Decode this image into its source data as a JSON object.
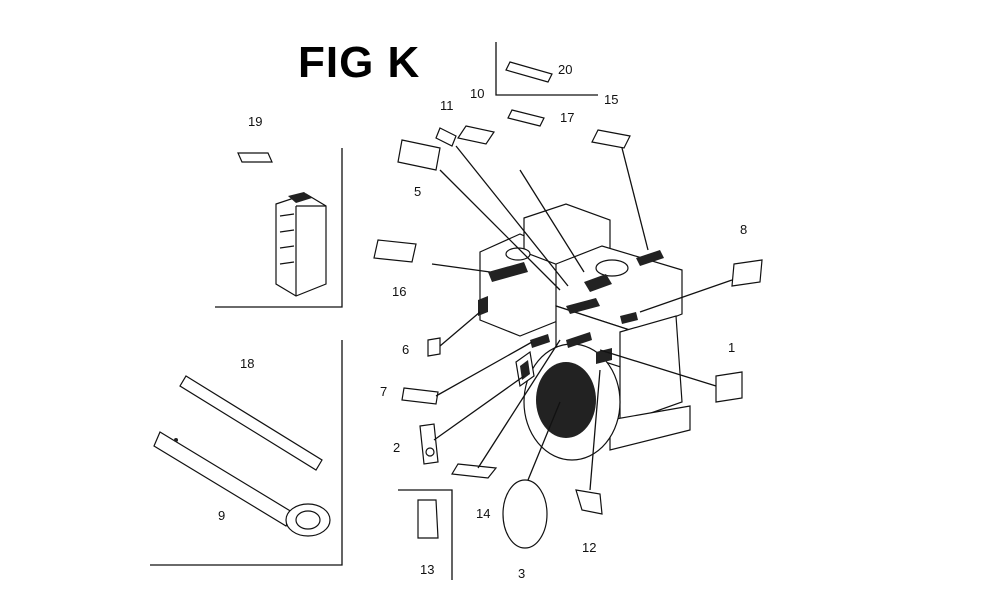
{
  "figure": {
    "title": "FIG K",
    "callouts": [
      {
        "id": "1",
        "label": "1"
      },
      {
        "id": "2",
        "label": "2"
      },
      {
        "id": "3",
        "label": "3"
      },
      {
        "id": "5",
        "label": "5"
      },
      {
        "id": "6",
        "label": "6"
      },
      {
        "id": "7",
        "label": "7"
      },
      {
        "id": "8",
        "label": "8"
      },
      {
        "id": "9",
        "label": "9"
      },
      {
        "id": "10",
        "label": "10"
      },
      {
        "id": "11",
        "label": "11"
      },
      {
        "id": "12",
        "label": "12"
      },
      {
        "id": "13",
        "label": "13"
      },
      {
        "id": "14",
        "label": "14"
      },
      {
        "id": "15",
        "label": "15"
      },
      {
        "id": "16",
        "label": "16"
      },
      {
        "id": "17",
        "label": "17"
      },
      {
        "id": "18",
        "label": "18"
      },
      {
        "id": "19",
        "label": "19"
      },
      {
        "id": "20",
        "label": "20"
      }
    ]
  }
}
